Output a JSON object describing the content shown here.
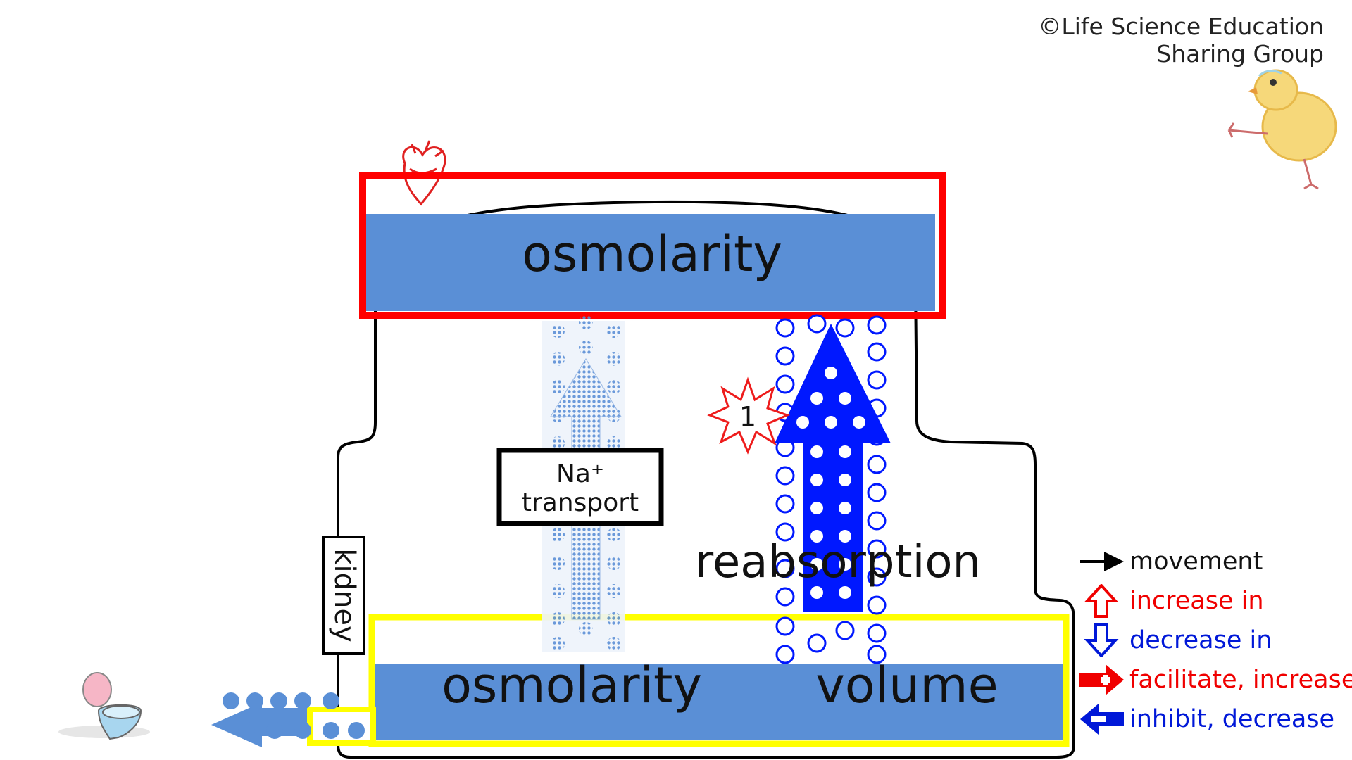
{
  "copyright": {
    "line1": "©Life Science Education",
    "line2": "Sharing Group"
  },
  "compartments": {
    "top_label": "osmolarity",
    "bottom_label_left": "osmolarity",
    "bottom_label_right": "volume",
    "kidney_label": "kidney"
  },
  "process": {
    "na_line1": "Na⁺",
    "na_line2": "transport",
    "reabsorption": "reabsorption",
    "marker_number": "1"
  },
  "legend": [
    {
      "icon": "black-arrow-right-icon",
      "text": "movement",
      "color": "#111111"
    },
    {
      "icon": "red-hollow-up-arrow-icon",
      "text": "increase in",
      "color": "#f00000"
    },
    {
      "icon": "blue-hollow-down-arrow-icon",
      "text": "decrease in",
      "color": "#0018d8"
    },
    {
      "icon": "red-plus-arrow-icon",
      "text": "facilitate, increase",
      "color": "#f00000"
    },
    {
      "icon": "blue-minus-arrow-icon",
      "text": "inhibit, decrease",
      "color": "#0018d8"
    }
  ],
  "colors": {
    "fluid": "#5a8fd6",
    "highlight_red": "#ff0000",
    "highlight_yellow": "#ffff00",
    "water_arrow": "#0018ff"
  }
}
